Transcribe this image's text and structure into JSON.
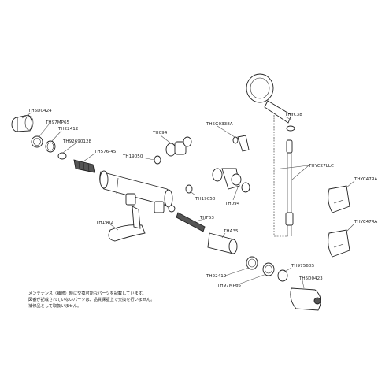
{
  "labels": {
    "TH5D0424": "TH5D0424",
    "TH97MP65_top": "TH97MP65",
    "TH22412_top": "TH22412",
    "TH92690128": "TH92690128",
    "TH576_45": "TH576-45",
    "TH19050_top": "TH19050",
    "TH094_top": "TH094",
    "TH5G0338A": "TH5G0338A",
    "THYC38": "THYC38",
    "THYC27LLC": "THYC27LLC",
    "THYC47RA_1": "THYC47RA",
    "THYC47RA_2": "THYC47RA",
    "TH19050_mid": "TH19050",
    "TH094_mid": "TH094",
    "TH1982": "TH1982",
    "THF53": "THF53",
    "THA35": "THA35",
    "TH22412_bot": "TH22412",
    "TH97MP65_bot": "TH97MP65",
    "TH97560S": "TH97560S",
    "TH5D0423": "TH5D0423"
  },
  "notes": [
    "メンテナンス（補修）時に交換可能なパーツを記載しています。",
    "図番が記載されていないパーツは、品質保証上で交換を行いません。",
    "補修品として取扱いません。"
  ]
}
